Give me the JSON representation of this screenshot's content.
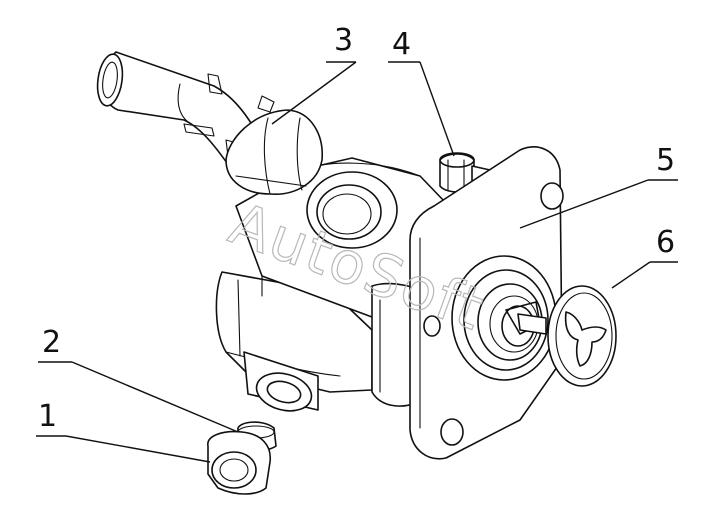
{
  "diagram": {
    "watermark": "AutoSoft",
    "callouts": [
      {
        "id": 1,
        "label": "1"
      },
      {
        "id": 2,
        "label": "2"
      },
      {
        "id": 3,
        "label": "3"
      },
      {
        "id": 4,
        "label": "4"
      },
      {
        "id": 5,
        "label": "5"
      },
      {
        "id": 6,
        "label": "6"
      }
    ]
  }
}
